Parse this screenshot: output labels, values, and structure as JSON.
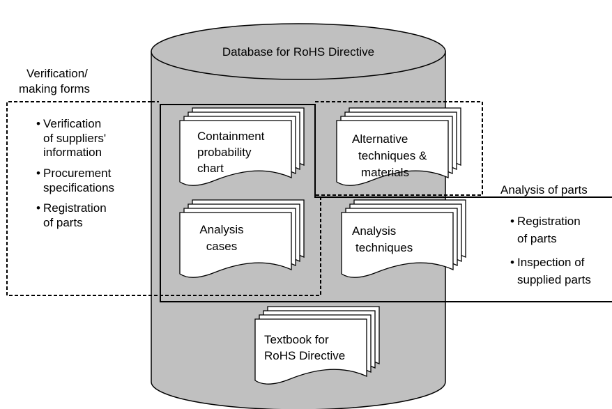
{
  "database_title": "Database for RoHS Directive",
  "left_panel": {
    "title_line1": "Verification/",
    "title_line2": "making forms",
    "bullets": [
      [
        "Verification",
        "of suppliers'",
        "information"
      ],
      [
        "Procurement",
        "specifications"
      ],
      [
        "Registration",
        "of parts"
      ]
    ]
  },
  "right_panel": {
    "title": "Analysis of parts",
    "bullets": [
      [
        "Registration",
        "of parts"
      ],
      [
        "Inspection of",
        "supplied parts"
      ]
    ]
  },
  "documents": {
    "containment": [
      "Containment",
      "probability",
      "chart"
    ],
    "alternative": [
      "Alternative",
      "techniques &",
      "materials"
    ],
    "analysis_cases": [
      "Analysis",
      "cases"
    ],
    "analysis_techniques": [
      "Analysis",
      "techniques"
    ],
    "textbook": [
      "Textbook for",
      "RoHS Directive"
    ]
  },
  "bullet_symbol": "•",
  "colors": {
    "cylinder_fill": "#c0c0c0",
    "document_fill": "#ffffff",
    "stroke": "#000000"
  }
}
